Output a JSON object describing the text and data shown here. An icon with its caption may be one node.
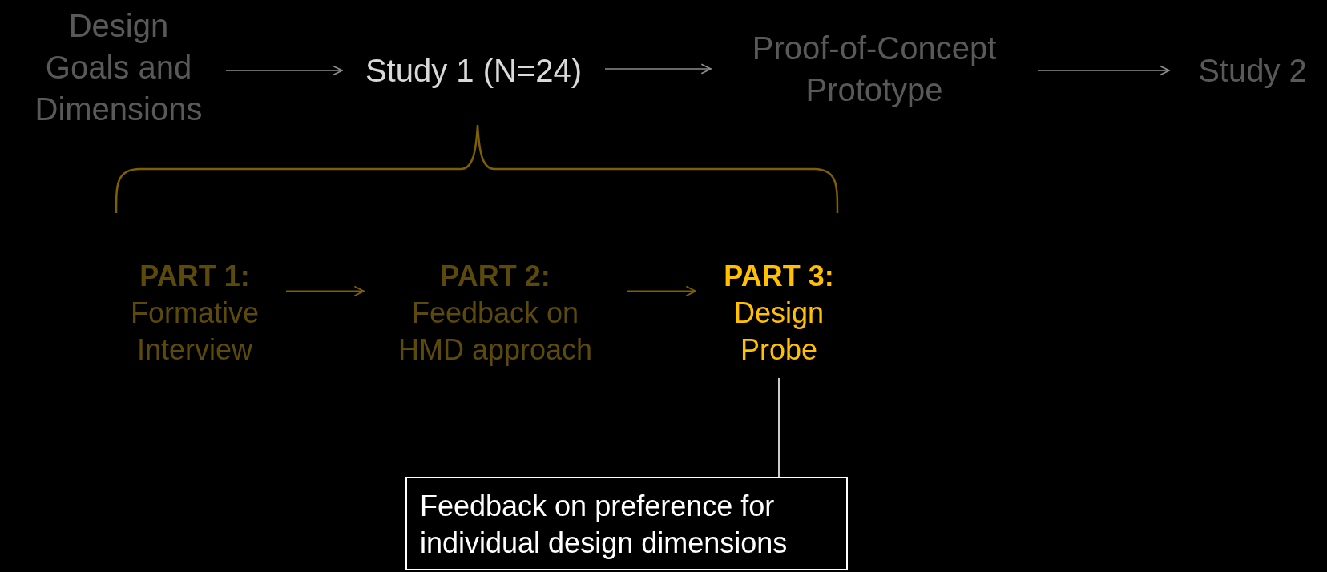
{
  "diagram": {
    "nodes": [
      {
        "text": [
          "Design Goals and Dimensions"
        ]
      },
      {
        "text": [
          "Study 1 (N=24)"
        ]
      },
      {
        "text": [
          "Proof-of-Concept Prototype"
        ]
      },
      {
        "text": [
          "Study 2"
        ]
      },
      {
        "text": [
          "PART 1:",
          "Formative Interview"
        ]
      },
      {
        "text": [
          "PART 2:",
          "Feedback on HMD approach"
        ]
      },
      {
        "text": [
          "PART 3:",
          "Design Probe"
        ]
      },
      {
        "text": [
          "Feedback on preference for individual design dimensions"
        ]
      }
    ],
    "edges": [
      {
        "from": 0,
        "to": 1,
        "arrow": "to"
      },
      {
        "from": 1,
        "to": 2,
        "arrow": "to"
      },
      {
        "from": 2,
        "to": 3,
        "arrow": "to"
      },
      {
        "from": 4,
        "to": 5,
        "arrow": "to",
        "color": "#7f6000"
      },
      {
        "from": 5,
        "to": 6,
        "arrow": "to",
        "color": "#7f6000"
      },
      {
        "from": 6,
        "to": 7,
        "arrow": "none",
        "color": "#ffffff"
      }
    ]
  }
}
